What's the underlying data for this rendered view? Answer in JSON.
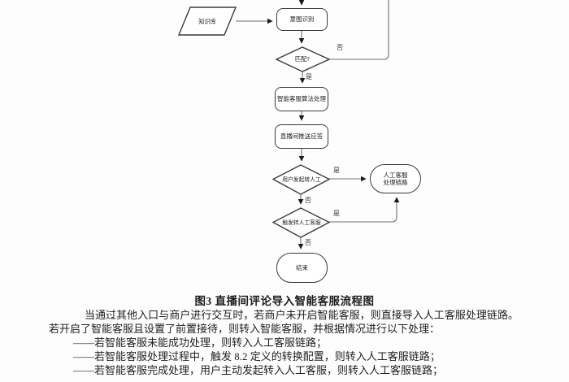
{
  "figure": {
    "caption": "图3 直播间评论导入智能客服流程图"
  },
  "flowchart": {
    "nodes": {
      "knowledge_base": {
        "label": "知识库",
        "shape": "parallelogram"
      },
      "intent_recognition": {
        "label": "意图识别",
        "shape": "rounded-rect"
      },
      "match_decision": {
        "label": "匹配?",
        "shape": "diamond"
      },
      "ai_processing": {
        "label": "智能客服算法处理",
        "shape": "rounded-rect"
      },
      "push_response": {
        "label": "直播间推送应答",
        "shape": "rounded-rect"
      },
      "user_transfer_decision": {
        "label": "用户发起转人工",
        "shape": "diamond"
      },
      "human_service": {
        "label": "人工客服处理链路",
        "shape": "stadium"
      },
      "trigger_transfer_decision": {
        "label": "触发转人工客服",
        "shape": "diamond"
      },
      "end": {
        "label": "结束",
        "shape": "stadium"
      }
    },
    "edge_labels": {
      "match_no": "否",
      "match_yes": "是",
      "user_yes": "是",
      "user_no": "否",
      "trigger_yes": "是",
      "trigger_no": "否"
    },
    "colors": {
      "node_border": "#3a3a3a",
      "edge_line": "#707070",
      "arrowhead": "#1a1a1a",
      "node_fill": "#ffffff"
    }
  },
  "text": {
    "paragraph": "当通过其他入口与商户进行交互时，若商户未开启智能客服，则直接导入人工客服处理链路。若开启了智能客服且设置了前置接待，则转入智能客服，并根据情况进行以下处理：",
    "items": [
      "——若智能客服未能成功处理，则转入人工客服链路；",
      "——若智能客服处理过程中，触发 8.2 定义的转换配置，则转入人工客服链路；",
      "——若智能客服完成处理，用户主动发起转入人工客服，则转入人工客服链路；"
    ]
  }
}
